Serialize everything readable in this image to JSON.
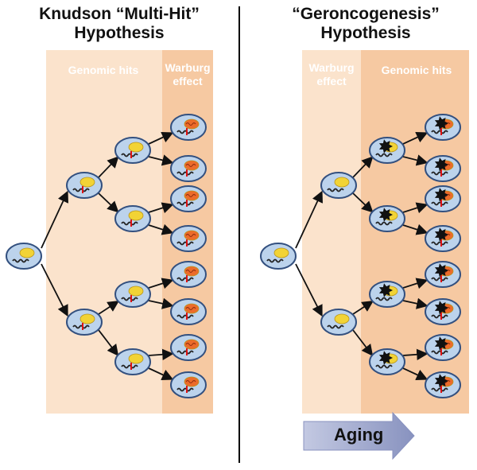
{
  "left_panel": {
    "title_line1": "Knudson “Multi-Hit”",
    "title_line2": "Hypothesis",
    "zone_genomic": "Genomic hits",
    "zone_warburg_line1": "Warburg",
    "zone_warburg_line2": "effect"
  },
  "right_panel": {
    "title_line1": "“Geroncogenesis”",
    "title_line2": "Hypothesis",
    "zone_warburg_line1": "Warburg",
    "zone_warburg_line2": "effect",
    "zone_genomic": "Genomic hits"
  },
  "aging_arrow": {
    "label": "Aging"
  },
  "colors": {
    "panel_light": "#fbe3cc",
    "panel_dark": "#f6c9a2",
    "cell_fill": "#bcd3ec",
    "cell_border": "#33507f",
    "mito_normal": "#f2d335",
    "mito_warburg": "#ec6b2a",
    "damage": "#111111",
    "arrow_fill": "#9aa3c9",
    "divider": "#000000"
  }
}
